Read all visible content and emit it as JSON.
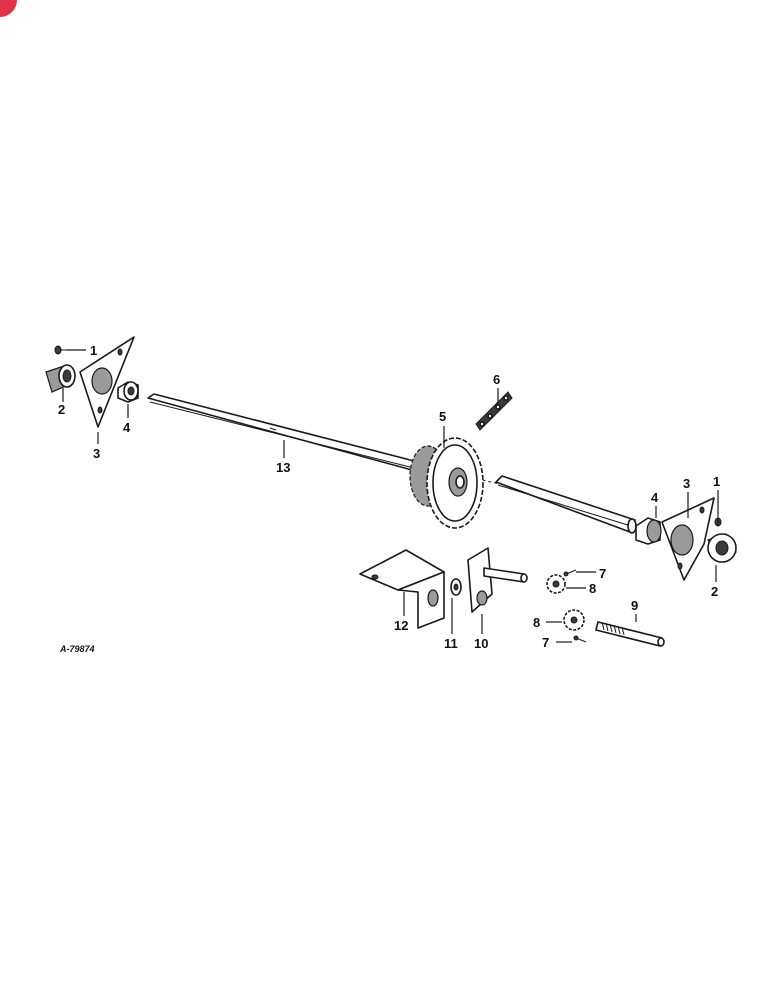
{
  "diagram": {
    "figure_ref": "A-79874",
    "callouts": {
      "c1_left": "1",
      "c2_left": "2",
      "c3_left": "3",
      "c4_left": "4",
      "c13": "13",
      "c5": "5",
      "c6": "6",
      "c4_right": "4",
      "c3_right": "3",
      "c1_right": "1",
      "c2_right": "2",
      "c7_top": "7",
      "c8_top": "8",
      "c8_bottom": "8",
      "c7_bottom": "7",
      "c9": "9",
      "c12": "12",
      "c11": "11",
      "c10": "10"
    }
  },
  "badge": {
    "color": "#e0334a"
  }
}
